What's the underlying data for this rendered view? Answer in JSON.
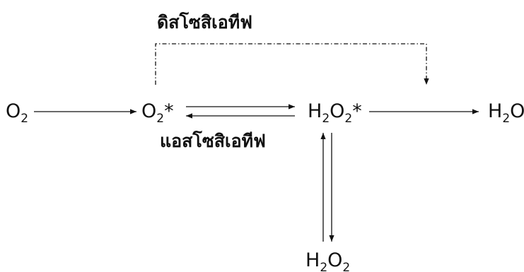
{
  "diagram": {
    "nodes": {
      "o2": {
        "main": "O",
        "sub": "2",
        "suffix": ""
      },
      "o2_star": {
        "main": "O",
        "sub": "2",
        "suffix": "*"
      },
      "h2o2_star": {
        "h": "H",
        "sub1": "2",
        "o": "O",
        "sub2": "2",
        "suffix": "*"
      },
      "h2o": {
        "h": "H",
        "sub1": "2",
        "o": "O"
      },
      "h2o2": {
        "h": "H",
        "sub1": "2",
        "o": "O",
        "sub2": "2"
      }
    },
    "labels": {
      "dissociative": "ดิสโซสิเอทีฟ",
      "associative": "แอสโซสิเอทีฟ"
    },
    "colors": {
      "ink": "#111111",
      "background": "#ffffff"
    }
  }
}
